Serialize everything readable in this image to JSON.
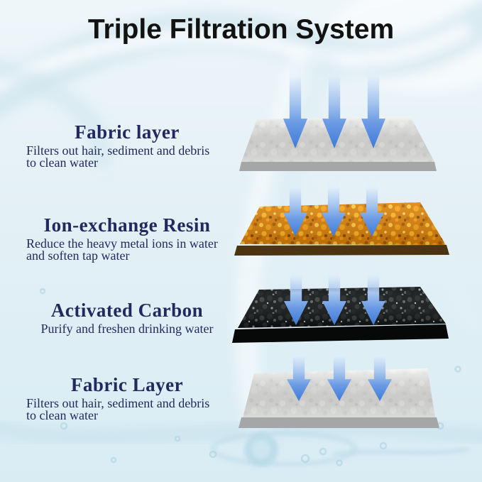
{
  "title": "Triple Filtration System",
  "layers": [
    {
      "name": "Fabric layer",
      "desc_lines": [
        "Filters out hair, sediment and debris",
        "to clean water"
      ]
    },
    {
      "name": "Ion-exchange Resin",
      "desc_lines": [
        "Reduce the heavy metal ions in water",
        "and soften tap water"
      ]
    },
    {
      "name": "Activated Carbon",
      "desc_lines": [
        "Purify and freshen drinking water"
      ]
    },
    {
      "name": "Fabric Layer",
      "desc_lines": [
        "Filters out hair, sediment and debris",
        "to clean water"
      ]
    }
  ],
  "colors": {
    "title_text": "#121212",
    "label_navy": "#23295f",
    "arrow_blue": "#3d7bd8",
    "arrow_blue_light": "#a8c6ef",
    "fabric_face": "#ebebe9",
    "fabric_edge": "#a4a6a8",
    "resin_orange": "#d97f08",
    "resin_edge": "#4d3411",
    "carbon_black": "#0d1011",
    "carbon_edge": "#070909",
    "bg_blue": "#d9ecf4",
    "bg_top": "#eef6f9"
  }
}
